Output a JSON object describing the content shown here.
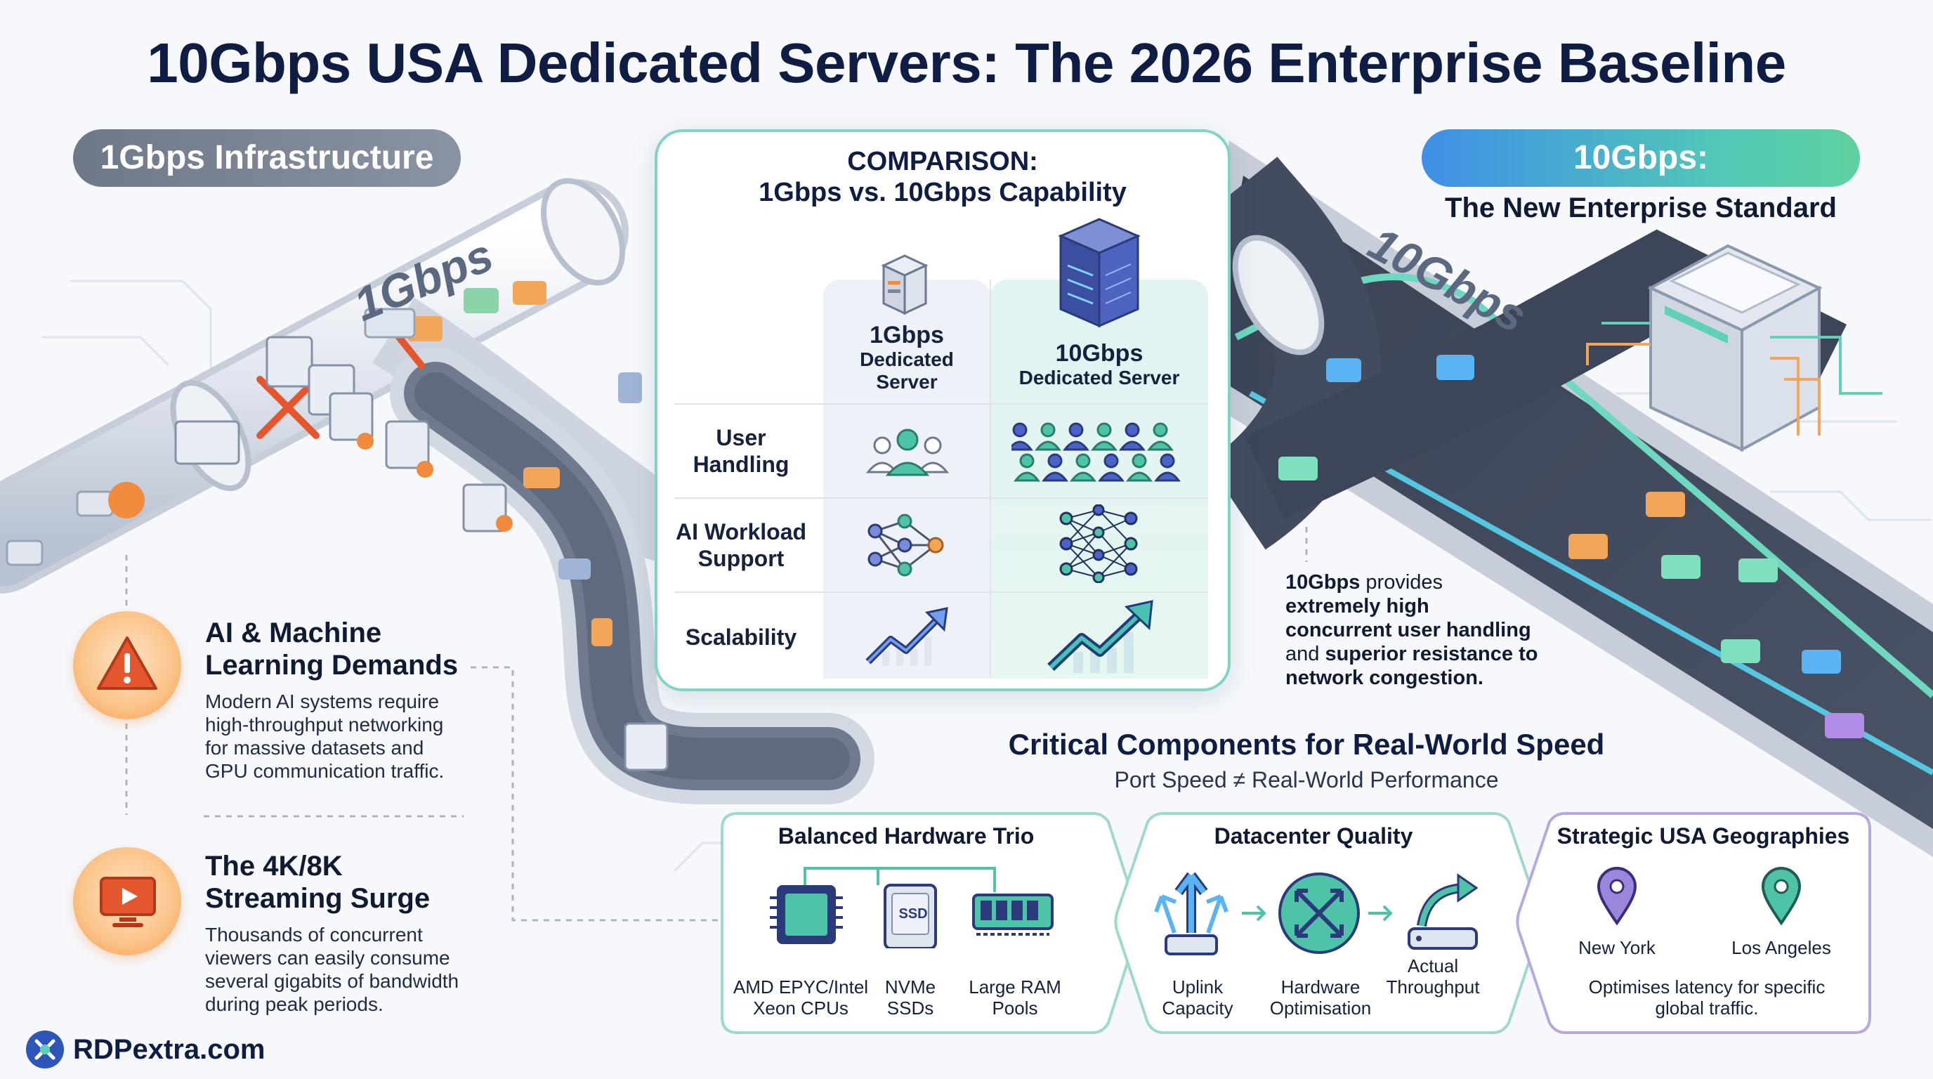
{
  "title": "10Gbps USA Dedicated Servers: The 2026 Enterprise Baseline",
  "left_pill": "1Gbps Infrastructure",
  "right_pill": "10Gbps:",
  "right_subtitle": "The New Enterprise Standard",
  "pipe_left_label": "1Gbps",
  "pipe_right_label": "10Gbps",
  "comparison": {
    "title_line1": "COMPARISON:",
    "title_line2": "1Gbps vs. 10Gbps Capability",
    "col1": {
      "line1": "1Gbps",
      "line2": "Dedicated",
      "line3": "Server"
    },
    "col2": {
      "line1": "10Gbps",
      "line2": "Dedicated Server"
    },
    "rows": [
      {
        "label1": "User",
        "label2": "Handling"
      },
      {
        "label1": "AI Workload",
        "label2": "Support"
      },
      {
        "label1": "Scalability",
        "label2": ""
      }
    ]
  },
  "points": [
    {
      "title1": "AI & Machine",
      "title2": "Learning Demands",
      "body": [
        "Modern AI systems require",
        "high-throughput networking",
        "for massive datasets and",
        "GPU communication traffic."
      ]
    },
    {
      "title1": "The 4K/8K",
      "title2": "Streaming Surge",
      "body": [
        "Thousands of concurrent",
        "viewers can easily consume",
        "several gigabits of bandwidth",
        "during peak periods."
      ]
    }
  ],
  "note": {
    "p1_bold": "10Gbps",
    "p1_rest": " provides",
    "p2": "extremely high",
    "p3": "concurrent user handling",
    "p4_rest": "and ",
    "p4_bold": "superior resistance to",
    "p5": "network congestion."
  },
  "critical": {
    "title": "Critical Components for Real-World Speed",
    "subtitle": "Port Speed ≠ Real-World Performance"
  },
  "hardware": {
    "title": "Balanced Hardware Trio",
    "ssd_text": "SSD",
    "items": [
      {
        "l1": "AMD EPYC/Intel",
        "l2": "Xeon CPUs"
      },
      {
        "l1": "NVMe",
        "l2": "SSDs"
      },
      {
        "l1": "Large RAM",
        "l2": "Pools"
      }
    ]
  },
  "datacenter": {
    "title": "Datacenter Quality",
    "items": [
      {
        "l1": "Uplink",
        "l2": "Capacity"
      },
      {
        "l1": "Hardware",
        "l2": "Optimisation"
      },
      {
        "l1": "Actual",
        "l2": "Throughput"
      }
    ]
  },
  "geo": {
    "title": "Strategic USA Geographies",
    "cities": [
      "New York",
      "Los Angeles"
    ],
    "caption1": "Optimises latency for specific",
    "caption2": "global traffic."
  },
  "brand": "RDPextra.com",
  "colors": {
    "teal": "#4fc3a8",
    "blue": "#3f8fe6",
    "orange": "#f08a3c",
    "red": "#e4572e",
    "navy": "#0f1d45",
    "purple": "#7b64c8"
  }
}
